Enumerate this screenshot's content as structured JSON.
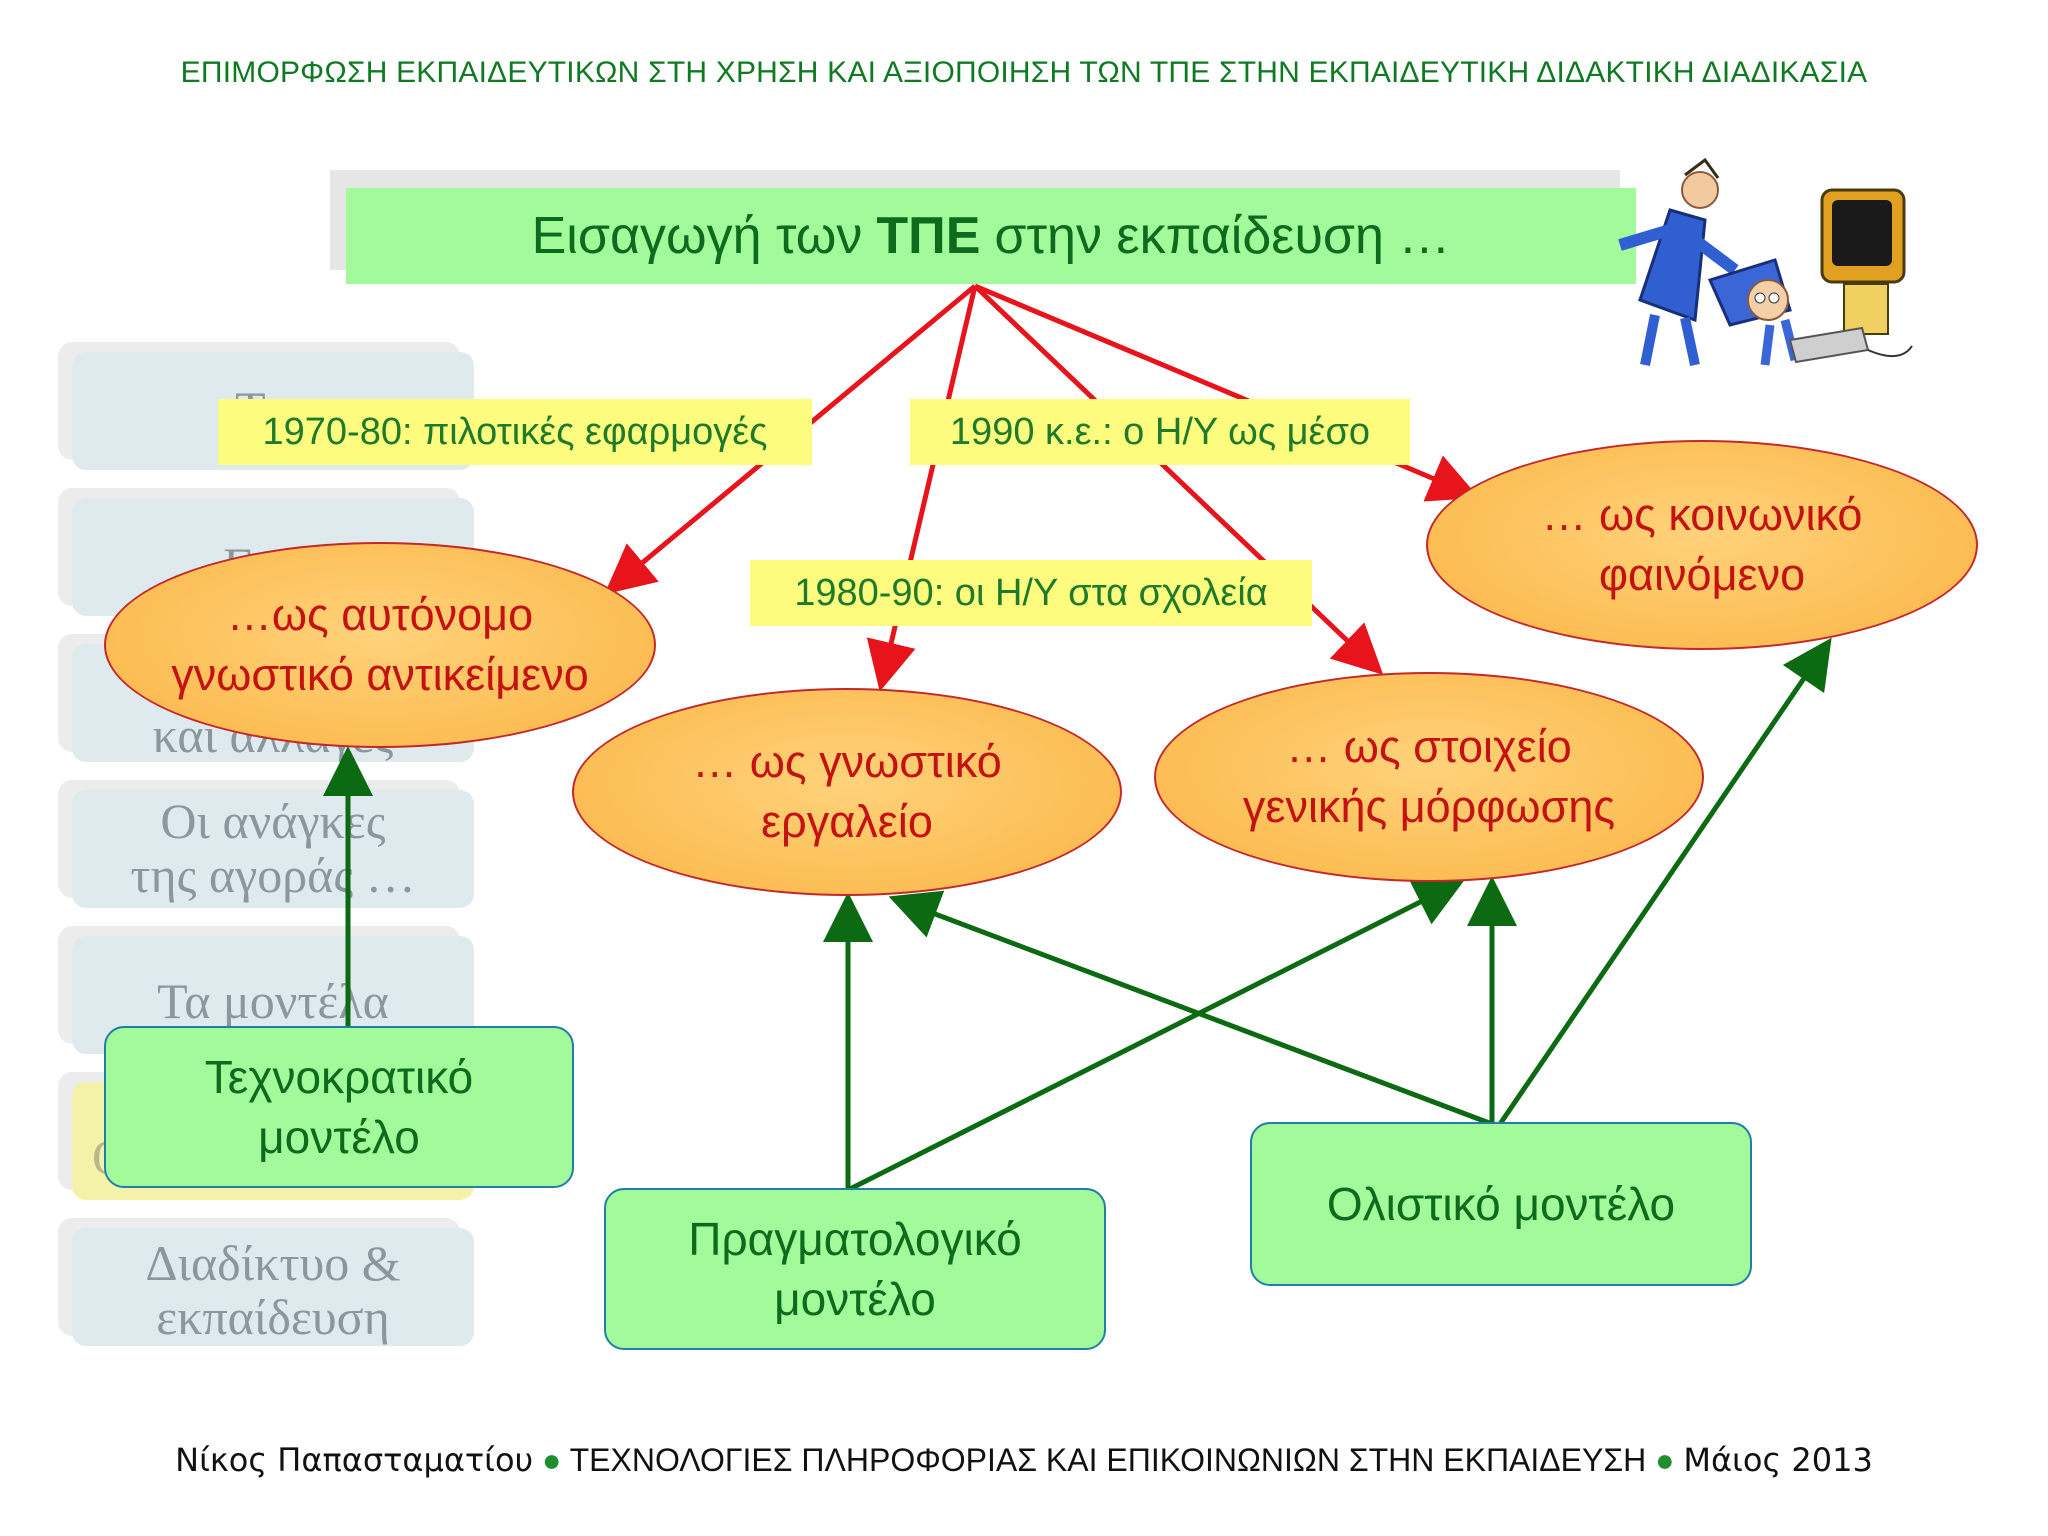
{
  "header": "ΕΠΙΜΟΡΦΩΣΗ ΕΚΠΑΙΔΕΥΤΙΚΩΝ ΣΤΗ ΧΡΗΣΗ ΚΑΙ ΑΞΙΟΠΟΙΗΣΗ ΤΩΝ ΤΠΕ ΣΤΗΝ ΕΚΠΑΙΔΕΥΤΙΚΗ ΔΙΔΑΚΤΙΚΗ ΔΙΑΔΙΚΑΣΙΑ",
  "title": {
    "prefix": "Εισαγωγή των",
    "bold": "ΤΠΕ",
    "suffix": "στην εκπαίδευση …"
  },
  "side_menu": [
    {
      "label": "Τι ε"
    },
    {
      "label": "Για τ"
    },
    {
      "label": "και αλλαγές"
    },
    {
      "label_line1": "Οι ανάγκες",
      "label_line2": "της αγοράς …"
    },
    {
      "label": "Τα μοντέλα"
    },
    {
      "label": "Ο"
    },
    {
      "label_line1": "Διαδίκτυο &",
      "label_line2": "εκπαίδευση"
    }
  ],
  "eras": {
    "era_1970": "1970-80: πιλοτικές εφαρμογές",
    "era_1980": "1980-90: οι Η/Υ στα σχολεία",
    "era_1990": "1990 κ.ε.: ο Η/Υ ως μέσο"
  },
  "ellipses": {
    "autonomous": {
      "line1": "…ως αυτόνομο",
      "line2": "γνωστικό αντικείμενο"
    },
    "tool": {
      "line1": "… ως γνωστικό",
      "line2": "εργαλείο"
    },
    "general": {
      "line1": "… ως στοιχείο",
      "line2": "γενικής μόρφωσης"
    },
    "social": {
      "line1": "… ως κοινωνικό",
      "line2": "φαινόμενο"
    }
  },
  "models": {
    "technocratic": {
      "line1": "Τεχνοκρατικό",
      "line2": "μοντέλο"
    },
    "pragmatic": {
      "line1": "Πραγματολογικό",
      "line2": "μοντέλο"
    },
    "holistic": {
      "line1": "Ολιστικό μοντέλο"
    }
  },
  "footer": {
    "author": "Νίκος Παπασταματίου",
    "course": "ΤΕΧΝΟΛΟΓΙΕΣ ΠΛΗΡΟΦΟΡΙΑΣ ΚΑΙ ΕΠΙΚΟΙΝΩΝΙΩΝ ΣΤΗΝ ΕΚΠΑΙΔΕΥΣΗ",
    "date": "Μάιος 2013"
  },
  "colors": {
    "red_arrow": "#e8141c",
    "green_arrow": "#0b6a12",
    "ellipse_fill": "#fcbd54",
    "ellipse_text": "#c41212",
    "model_fill": "#a2fa9a",
    "era_fill": "#fdfc7f"
  },
  "icons": {
    "clipart": "cartoon-people-with-computer-icon",
    "bullet": "green-dot-icon"
  }
}
